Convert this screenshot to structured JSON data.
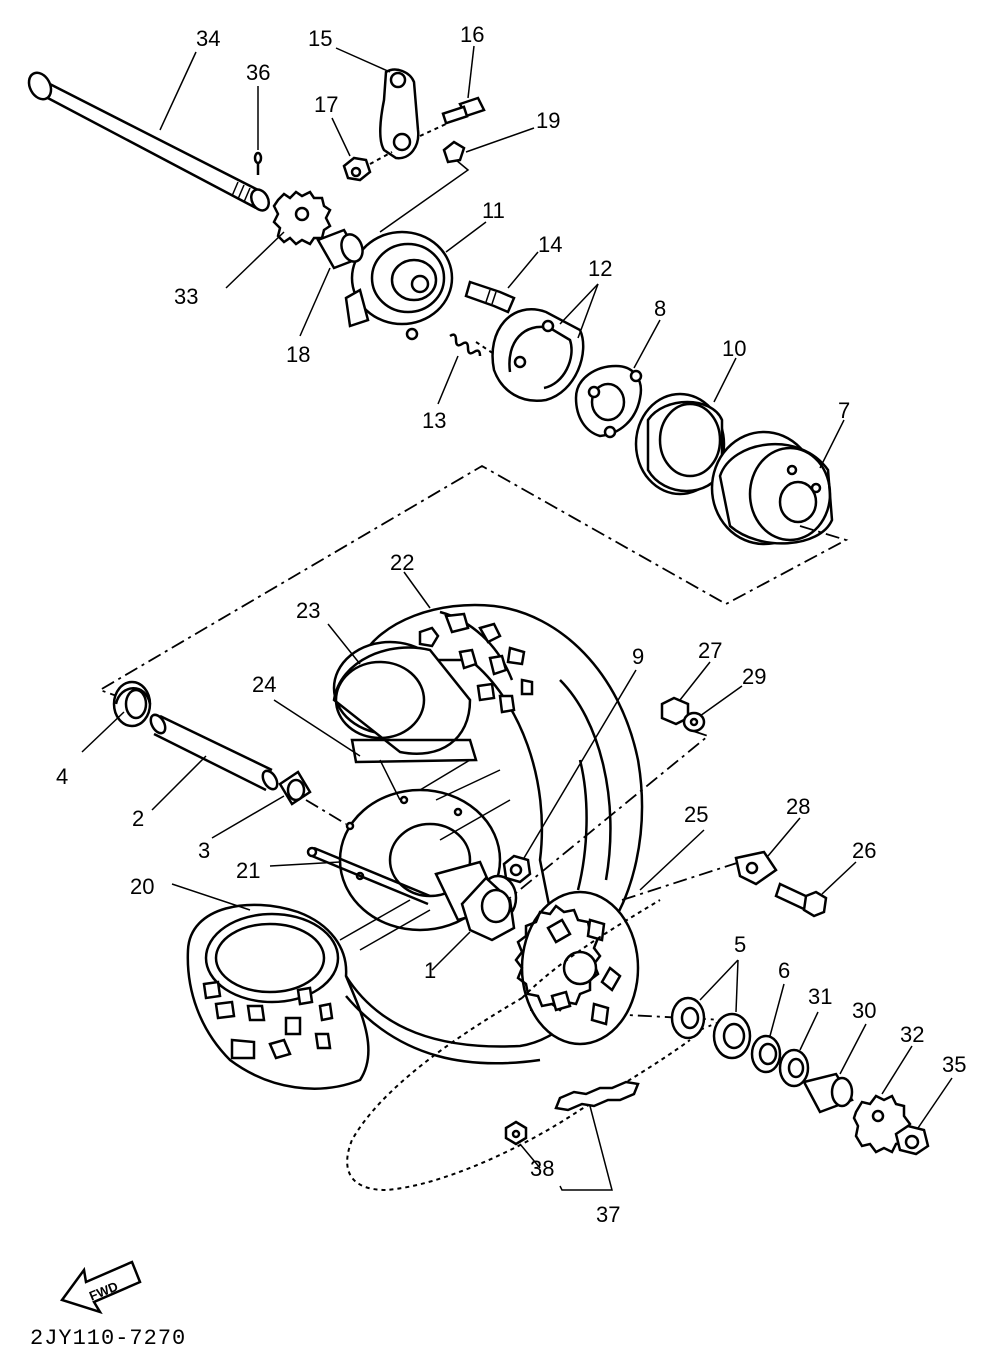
{
  "diagram_code": "2JY110-7270",
  "fwd_label": "FWD",
  "callouts": {
    "c1": "1",
    "c2": "2",
    "c3": "3",
    "c4": "4",
    "c5": "5",
    "c6": "6",
    "c7": "7",
    "c8": "8",
    "c9": "9",
    "c10": "10",
    "c11": "11",
    "c12": "12",
    "c13": "13",
    "c14": "14",
    "c15": "15",
    "c16": "16",
    "c17": "17",
    "c18": "18",
    "c19": "19",
    "c20": "20",
    "c21": "21",
    "c22": "22",
    "c23": "23",
    "c24": "24",
    "c25": "25",
    "c26": "26",
    "c27": "27",
    "c28": "28",
    "c29": "29",
    "c30": "30",
    "c31": "31",
    "c32": "32",
    "c33": "33",
    "c34": "34",
    "c35": "35",
    "c36": "36",
    "c37": "37",
    "c38": "38"
  }
}
